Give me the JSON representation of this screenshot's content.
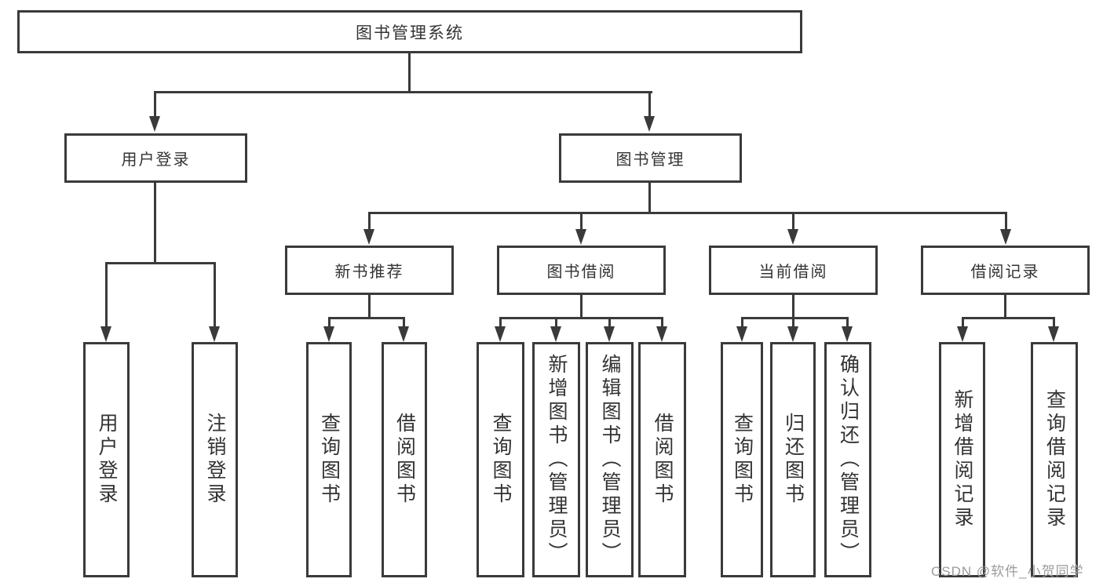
{
  "diagram": {
    "type": "tree",
    "title": "图书管理系统",
    "root": {
      "label": "图书管理系统"
    },
    "level2": {
      "user_login": {
        "label": "用户登录"
      },
      "book_management": {
        "label": "图书管理"
      }
    },
    "level3": {
      "new_book_recommend": {
        "label": "新书推荐"
      },
      "book_borrow": {
        "label": "图书借阅"
      },
      "current_borrow": {
        "label": "当前借阅"
      },
      "borrow_records": {
        "label": "借阅记录"
      }
    },
    "leaves": {
      "user_login": [
        "用户登录",
        "注销登录"
      ],
      "new_book_recommend": [
        "查询图书",
        "借阅图书"
      ],
      "book_borrow": [
        "查询图书",
        "新增图书（管理员）",
        "编辑图书（管理员）",
        "借阅图书"
      ],
      "current_borrow": [
        "查询图书",
        "归还图书",
        "确认归还（管理员）"
      ],
      "borrow_records": [
        "新增借阅记录",
        "查询借阅记录"
      ]
    },
    "watermark": "CSDN @软件_小贺同学",
    "colors": {
      "line": "#3a3a3a",
      "node_border": "#3a3a3a",
      "text": "#333333",
      "background": "#ffffff",
      "watermark": "#9b9b9b"
    }
  }
}
